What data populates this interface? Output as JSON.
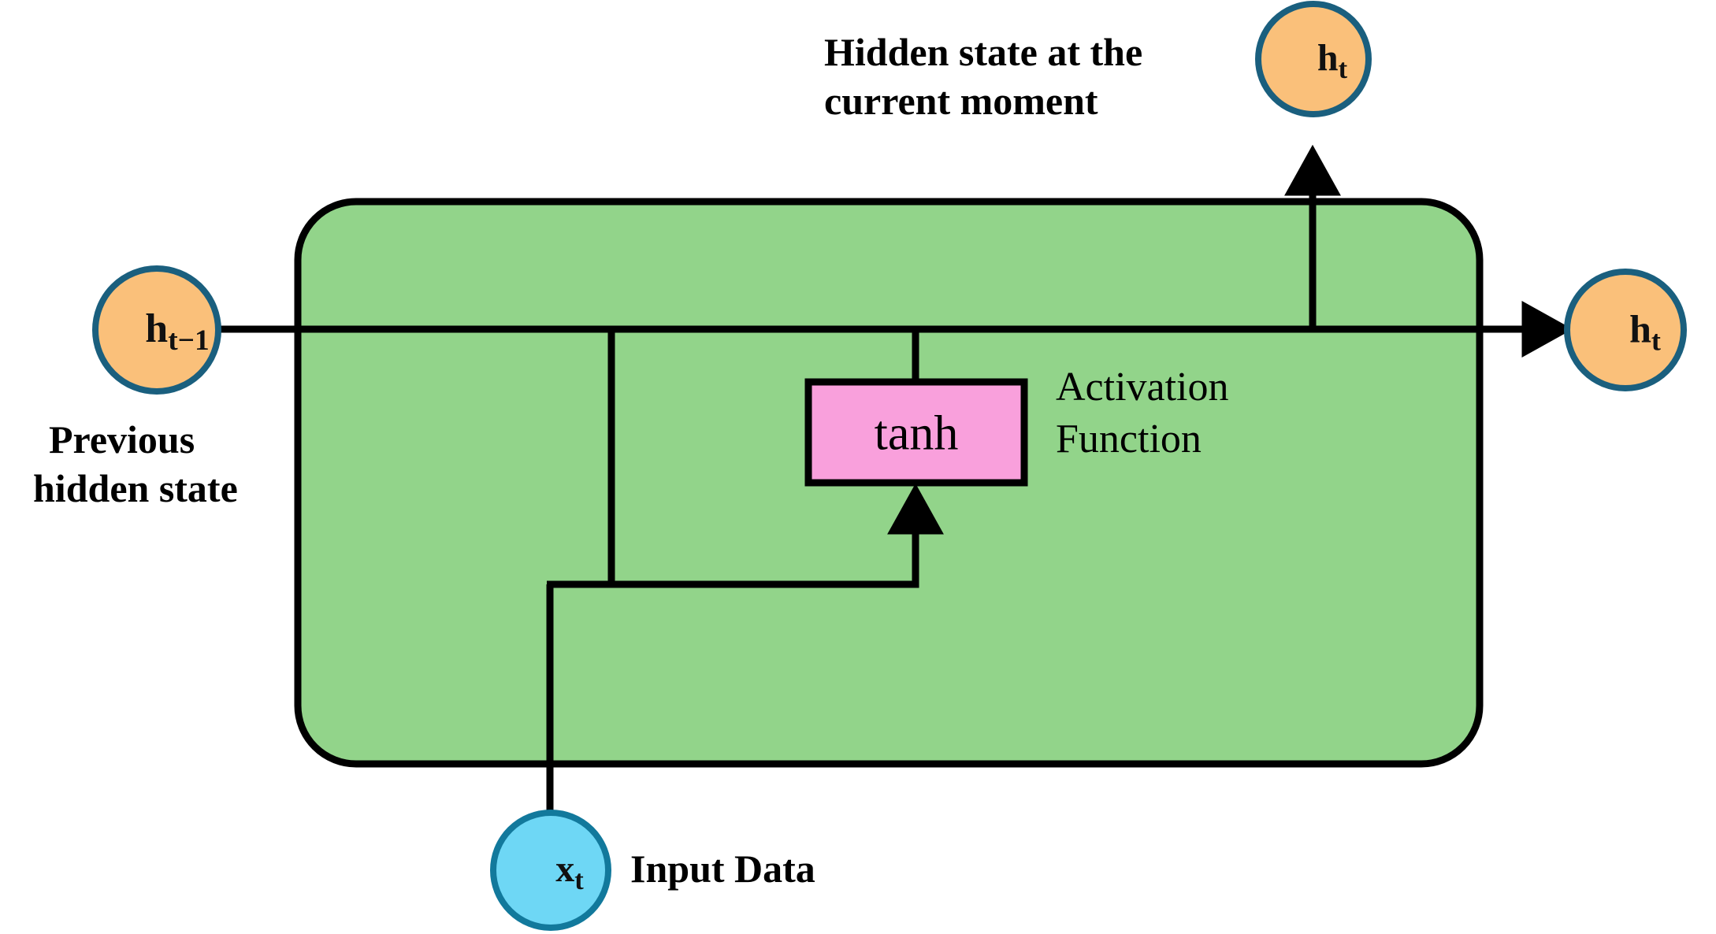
{
  "diagram": {
    "title_annotation": "Hidden state at the\ncurrent moment",
    "title_line1": "Hidden state at the",
    "title_line2": "current moment",
    "colors": {
      "cell_fill": "#92d48a",
      "cell_stroke": "#000000",
      "hidden_node_fill": "#fac07a",
      "hidden_node_stroke": "#1a5f7e",
      "input_node_fill": "#6ed7f5",
      "input_node_stroke": "#12799c",
      "activation_fill": "#f9a0dc",
      "activation_stroke": "#000000",
      "wire": "#000000",
      "text": "#000000",
      "background": "#ffffff"
    },
    "nodes": [
      {
        "id": "prev-hidden-state",
        "label": "h",
        "subscript": "t−1",
        "shape": "circle",
        "role": "previous hidden state input"
      },
      {
        "id": "hidden-state-top",
        "label": "h",
        "subscript": "t",
        "shape": "circle",
        "role": "hidden state output (upward)"
      },
      {
        "id": "hidden-state-right",
        "label": "h",
        "subscript": "t",
        "shape": "circle",
        "role": "hidden state output (rightward)"
      },
      {
        "id": "input-data",
        "label": "x",
        "subscript": "t",
        "shape": "circle",
        "role": "input data"
      }
    ],
    "activation_box": {
      "label": "tanh",
      "caption_line1": "Activation",
      "caption_line2": "Function"
    },
    "annotations": {
      "previous_hidden_line1": "Previous",
      "previous_hidden_line2": "hidden state",
      "input_data": "Input Data",
      "activation_caption": "Activation Function"
    }
  }
}
